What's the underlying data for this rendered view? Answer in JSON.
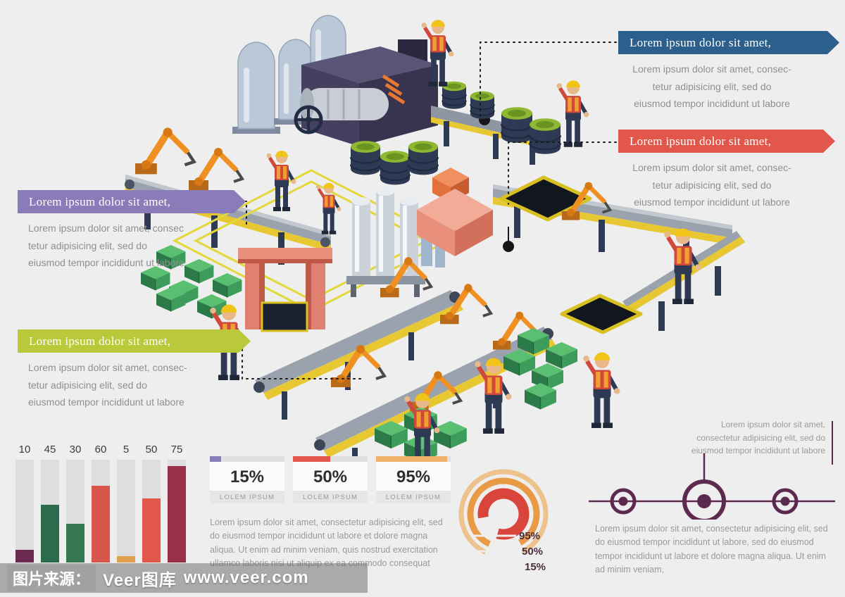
{
  "callouts": {
    "blue": {
      "title": "Lorem ipsum dolor sit amet,",
      "body": "Lorem ipsum dolor sit amet, consec-\ntetur adipisicing elit, sed do\neiusmod tempor incididunt ut labore",
      "color": "#2c5f8c"
    },
    "red": {
      "title": "Lorem ipsum dolor sit amet,",
      "body": "Lorem ipsum dolor sit amet, consec-\ntetur adipisicing elit, sed do\neiusmod tempor incididunt ut labore",
      "color": "#e2574c"
    },
    "purple": {
      "title": "Lorem ipsum dolor sit amet,",
      "body": "Lorem ipsum dolor sit amet, consec\ntetur adipisicing elit, sed do\neiusmod tempor incididunt ut labore",
      "color": "#8a7cb8"
    },
    "green": {
      "title": "Lorem ipsum dolor sit amet,",
      "body": "Lorem ipsum dolor sit amet, consec-\ntetur adipisicing elit, sed do\neiusmod tempor incididunt ut labore",
      "color": "#b9c93a"
    }
  },
  "chart_data": [
    {
      "type": "bar",
      "categories": [
        "10",
        "45",
        "30",
        "60",
        "5",
        "50",
        "75"
      ],
      "values": [
        10,
        45,
        30,
        60,
        5,
        50,
        75
      ],
      "ylim": [
        0,
        80
      ],
      "colors": [
        "#6b2a52",
        "#2d6b4e",
        "#357852",
        "#d8554a",
        "#e0a14e",
        "#e2574c",
        "#98304a"
      ],
      "title": "",
      "xlabel": "",
      "ylabel": ""
    },
    {
      "type": "pie",
      "labels": [
        "95%",
        "50%",
        "15%"
      ],
      "values": [
        95,
        50,
        15
      ],
      "colors": [
        "#eec28c",
        "#e89a45",
        "#d9453a"
      ],
      "title": ""
    }
  ],
  "stats": [
    {
      "pct": "15%",
      "value": 15,
      "label": "LOLEM IPSUM",
      "color": "#8a7cb8"
    },
    {
      "pct": "50%",
      "value": 50,
      "label": "LOLEM IPSUM",
      "color": "#e2574c"
    },
    {
      "pct": "95%",
      "value": 95,
      "label": "LOLEM IPSUM",
      "color": "#efb06a"
    }
  ],
  "texts": {
    "stats_caption": "Lorem ipsum dolor sit amet, consectetur adipisicing elit, sed do eiusmod tempor incididunt ut labore et dolore magna aliqua. Ut enim ad minim veniam, quis nostrud exercitation ullamco laboris nisi ut aliquip ex ea commodo consequat",
    "plane_top": "Lorem ipsum dolor sit amet,\nconsectetur adipisicing elit, sed do\neiusmod tempor incididunt ut labore",
    "plane_bottom": "Lorem ipsum dolor sit amet, consectetur adipisicing elit, sed do eiusmod tempor incididunt ut labore, sed do eiusmod tempor incididunt ut labore et dolore magna aliqua. Ut enim ad minim veniam,"
  },
  "watermark": {
    "prefix": "图片来源：",
    "brand": "Veer图库",
    "url": "www.veer.com"
  }
}
